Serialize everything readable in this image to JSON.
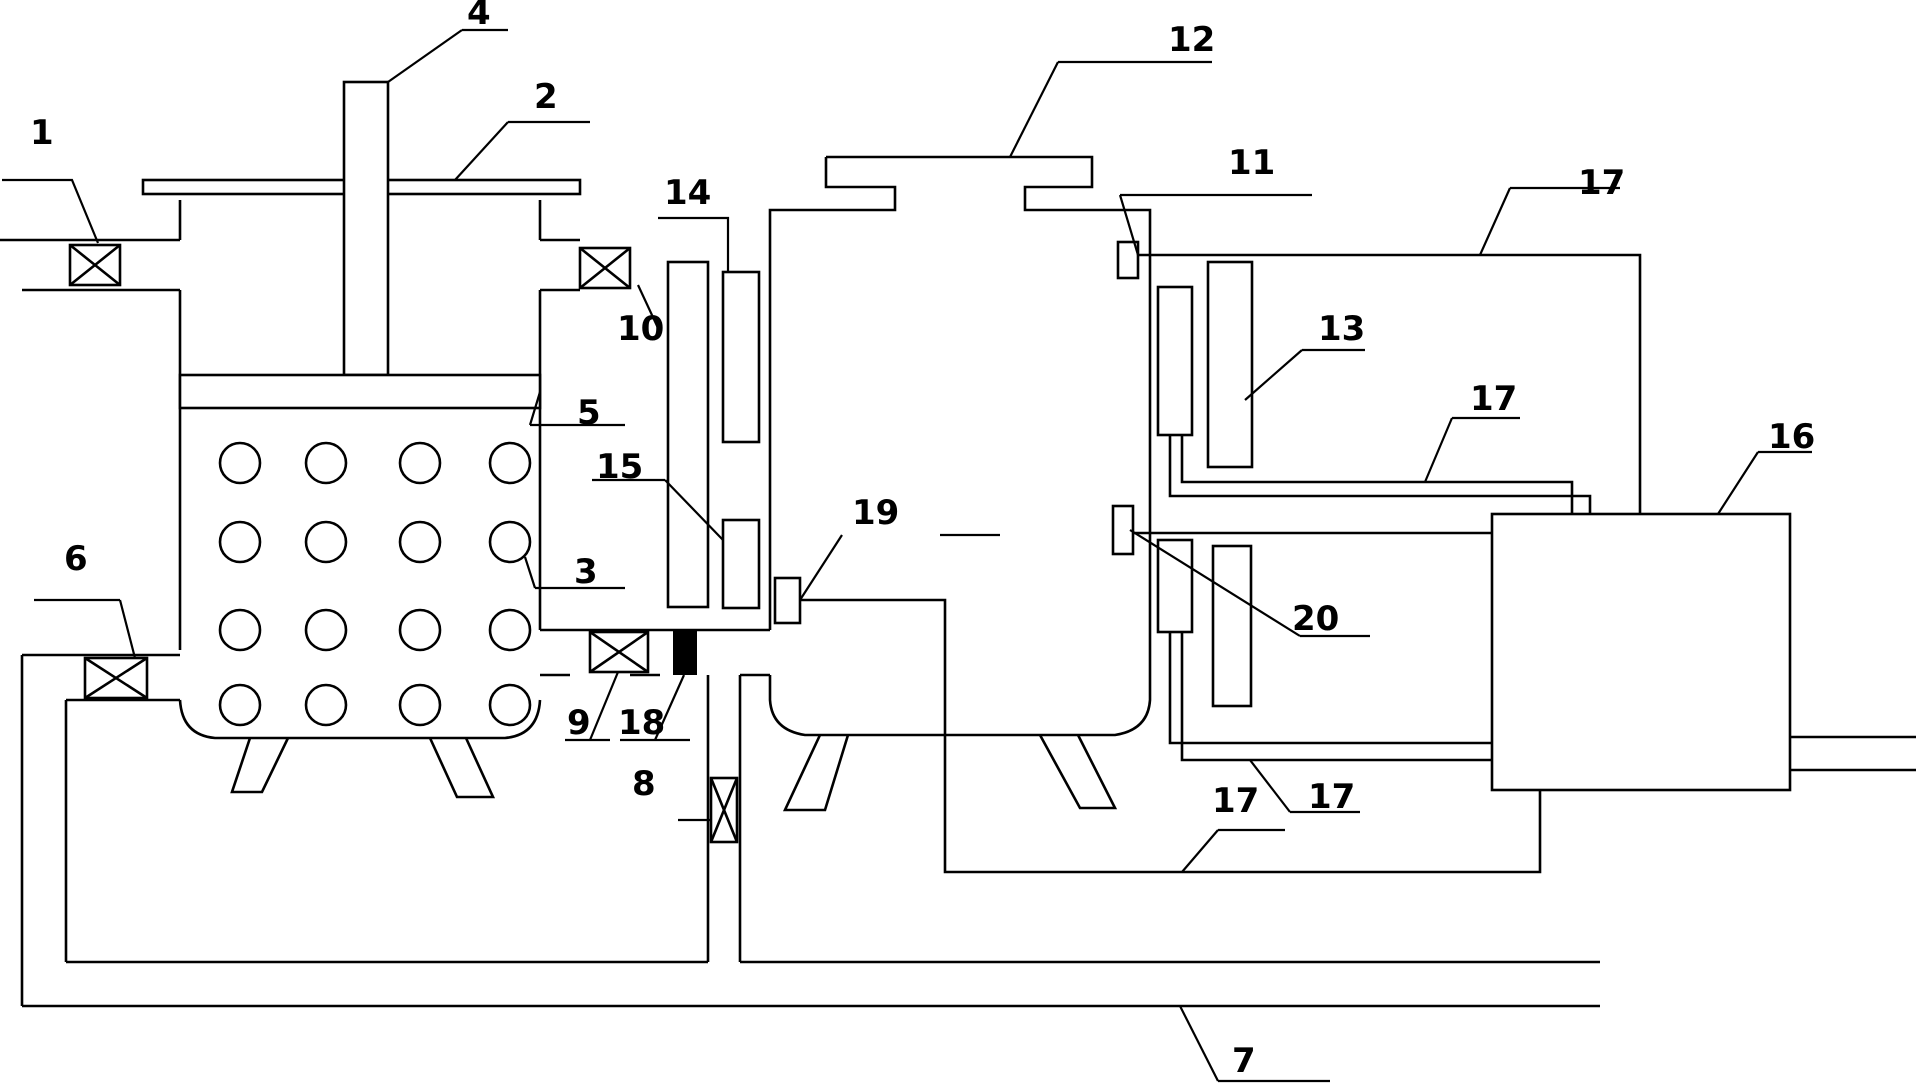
{
  "diagram": {
    "callouts": [
      {
        "id": "c1",
        "text": "1"
      },
      {
        "id": "c2",
        "text": "2"
      },
      {
        "id": "c3",
        "text": "3"
      },
      {
        "id": "c4",
        "text": "4"
      },
      {
        "id": "c5",
        "text": "5"
      },
      {
        "id": "c6",
        "text": "6"
      },
      {
        "id": "c7",
        "text": "7"
      },
      {
        "id": "c8",
        "text": "8"
      },
      {
        "id": "c9",
        "text": "9"
      },
      {
        "id": "c10",
        "text": "10"
      },
      {
        "id": "c11",
        "text": "11"
      },
      {
        "id": "c12",
        "text": "12"
      },
      {
        "id": "c13",
        "text": "13"
      },
      {
        "id": "c14",
        "text": "14"
      },
      {
        "id": "c15",
        "text": "15"
      },
      {
        "id": "c16",
        "text": "16"
      },
      {
        "id": "c17a",
        "text": "17"
      },
      {
        "id": "c17b",
        "text": "17"
      },
      {
        "id": "c17c",
        "text": "17"
      },
      {
        "id": "c17d",
        "text": "17"
      },
      {
        "id": "c18",
        "text": "18"
      },
      {
        "id": "c19",
        "text": "19"
      },
      {
        "id": "c20",
        "text": "20"
      }
    ]
  }
}
